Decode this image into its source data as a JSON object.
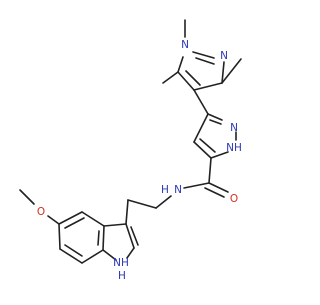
{
  "molecule": {
    "atoms": {
      "n_methyl_ring": "N",
      "n_ring_top": "N",
      "n_pyrazole_upper": "N",
      "nh_pyrazole": "NH",
      "h_pyrazole": "H",
      "n_amide": "N",
      "h_amide": "H",
      "o_carbonyl": "O",
      "o_methoxy": "O",
      "nh_indole": "NH",
      "h_indole": "H"
    }
  },
  "colors": {
    "nitrogen": "#2b38b8",
    "oxygen": "#d62d1f",
    "carbon_bond": "#222222"
  }
}
